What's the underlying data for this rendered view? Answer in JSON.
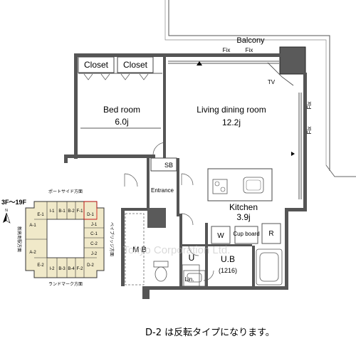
{
  "rooms": {
    "balcony": "Balcony",
    "fix_1": "Fix",
    "fix_2": "Fix",
    "fix_3": "Fix",
    "fix_4": "Fix",
    "closet_1": "Closet",
    "closet_2": "Closet",
    "bedroom": "Bed room",
    "bedroom_size": "6.0j",
    "living": "Living dining room",
    "living_size": "12.2j",
    "tv": "TV",
    "sb": "SB",
    "entrance": "Entrance",
    "kitchen": "Kitchen",
    "kitchen_size": "3.9j",
    "w": "W",
    "cup_board": "Cup board",
    "r": "R",
    "mb": "M B",
    "u": "U",
    "ub": "U.B",
    "ub_size": "(1216)",
    "lin": "Lin."
  },
  "key_plan": {
    "floors": "3F～19F",
    "top": "ポートサイド方面",
    "bottom": "ランドマーク方面",
    "left": "新高島駅方面",
    "right": "ベイブリッジ方面",
    "north": "N",
    "units_top": [
      "E-1",
      "I-1",
      "B-1",
      "B-2",
      "F-1",
      "D-1"
    ],
    "units_left": [
      "A-1",
      "A-2",
      "E-2"
    ],
    "units_right": [
      "J-1",
      "C-1",
      "C-2",
      "J-2",
      "D-2"
    ],
    "units_bottom": [
      "I-2",
      "B-3",
      "B-4",
      "F-2"
    ]
  },
  "watermark": "Tokyo Corporation Ltd.",
  "note": "D-2 は反転タイプになります。",
  "colors": {
    "wall": "#4a4a4a",
    "fixture": "#8a8a8a",
    "key_fill": "#f0e9c9"
  }
}
